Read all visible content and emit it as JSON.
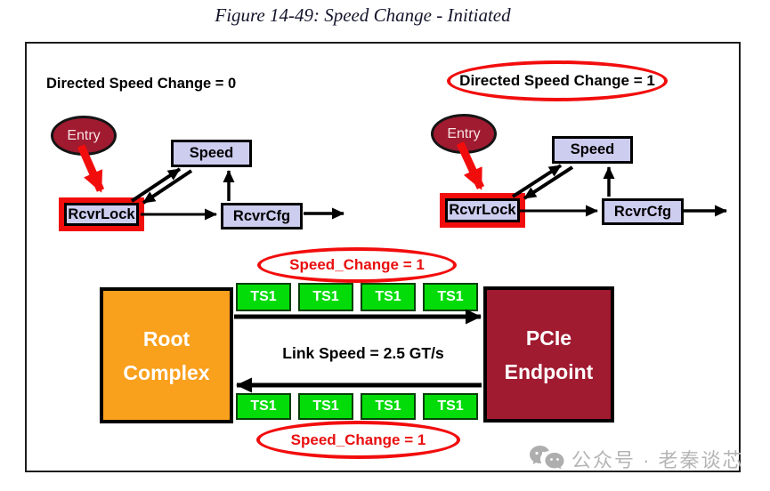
{
  "figure": {
    "title": "Figure 14-49: Speed Change - Initiated"
  },
  "left_diagram": {
    "label": "Directed Speed Change = 0",
    "entry": "Entry",
    "speed": "Speed",
    "rcvrlock": "RcvrLock",
    "rcvrcfg": "RcvrCfg"
  },
  "right_diagram": {
    "label": "Directed Speed Change = 1",
    "entry": "Entry",
    "speed": "Speed",
    "rcvrlock": "RcvrLock",
    "rcvrcfg": "RcvrCfg"
  },
  "link_diagram": {
    "root_complex": {
      "line1": "Root",
      "line2": "Complex"
    },
    "pcie_endpoint": {
      "line1": "PCIe",
      "line2": "Endpoint"
    },
    "ts1_label": "TS1",
    "link_speed": "Link Speed = 2.5 GT/s",
    "speed_change_top": "Speed_Change = 1",
    "speed_change_bottom": "Speed_Change = 1"
  },
  "watermark": {
    "text": "公众号 · 老秦谈芯"
  },
  "colors": {
    "maroon": "#A01A30",
    "orange": "#F9A01D",
    "green": "#04DC0A",
    "state_box_fill": "#CDCDF0",
    "highlight_red": "#F20D0D"
  }
}
